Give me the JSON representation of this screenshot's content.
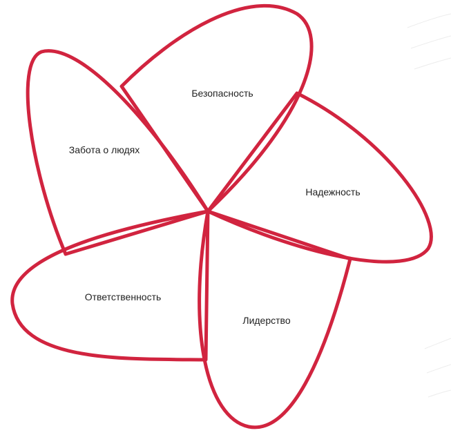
{
  "diagram": {
    "stroke_color": "#d1243f",
    "text_color": "#222222",
    "petals": [
      {
        "id": "safety",
        "label": "Безопасность"
      },
      {
        "id": "care",
        "label": "Забота о людях"
      },
      {
        "id": "reliability",
        "label": "Надежность"
      },
      {
        "id": "responsibility",
        "label": "Ответственность"
      },
      {
        "id": "leadership",
        "label": "Лидерство"
      }
    ]
  }
}
